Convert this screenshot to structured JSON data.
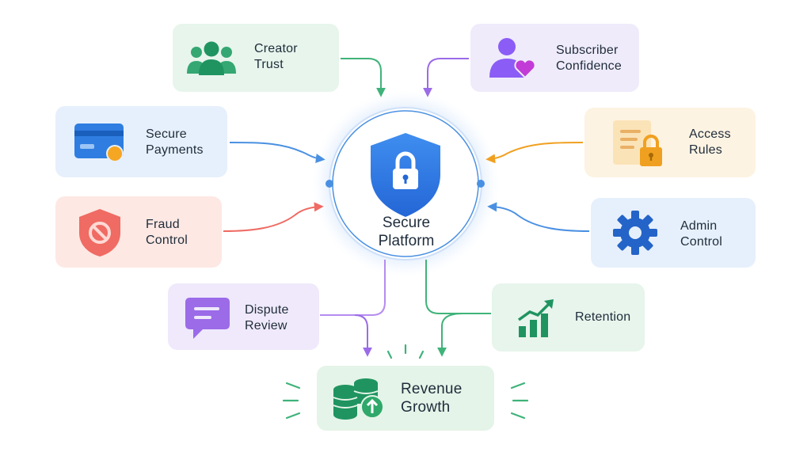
{
  "hub": {
    "label": "Secure\nPlatform",
    "icon": "lock-shield-icon"
  },
  "nodes": {
    "creator_trust": {
      "label": "Creator\nTrust",
      "icon": "people-group-icon",
      "color": "#2fa86a"
    },
    "subscriber_confidence": {
      "label": "Subscriber\nConfidence",
      "icon": "user-heart-icon",
      "color": "#8b5cf6"
    },
    "secure_payments": {
      "label": "Secure\nPayments",
      "icon": "credit-card-icon",
      "color": "#2f7de1"
    },
    "access_rules": {
      "label": "Access\nRules",
      "icon": "document-lock-icon",
      "color": "#f0a020"
    },
    "fraud_control": {
      "label": "Fraud\nControl",
      "icon": "shield-block-icon",
      "color": "#ef6b63"
    },
    "admin_control": {
      "label": "Admin\nControl",
      "icon": "gear-icon",
      "color": "#2f7de1"
    },
    "dispute_review": {
      "label": "Dispute\nReview",
      "icon": "chat-bubble-icon",
      "color": "#9b6be8"
    },
    "retention": {
      "label": "Retention",
      "icon": "bar-chart-up-icon",
      "color": "#2fa86a"
    },
    "revenue_growth": {
      "label": "Revenue\nGrowth",
      "icon": "coins-up-icon",
      "color": "#2fa86a"
    }
  }
}
